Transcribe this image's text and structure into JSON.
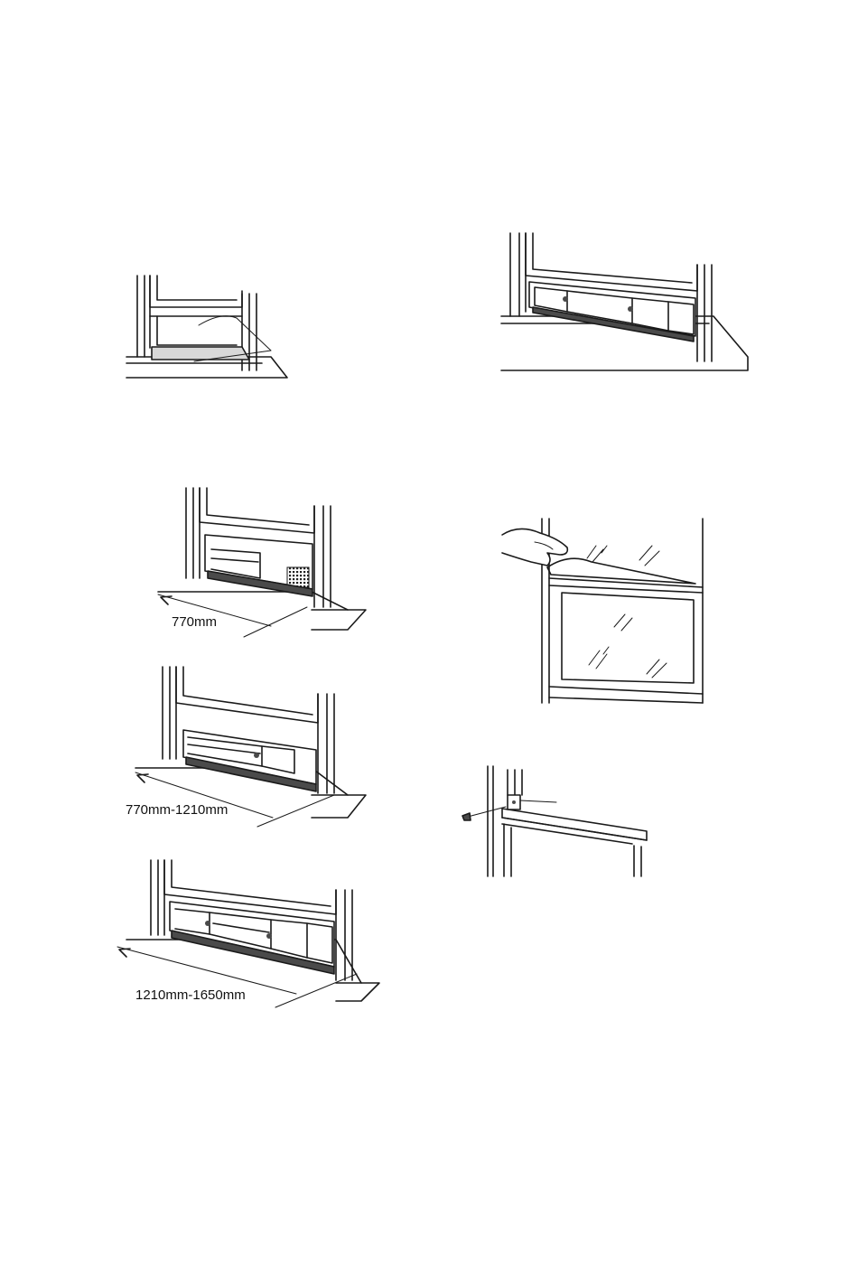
{
  "figures": {
    "window_open": {},
    "kit_770": {
      "dimension_label": "770mm"
    },
    "kit_770_1210": {
      "dimension_label": "770mm-1210mm"
    },
    "kit_1210_1650": {
      "dimension_label": "1210mm-1650mm"
    },
    "kit_installed": {},
    "foam_seal": {},
    "bracket_screw": {}
  },
  "colors": {
    "line": "#1a1a1a",
    "shade": "#d8d8d8",
    "dark": "#4a4a4a",
    "background": "#ffffff"
  }
}
